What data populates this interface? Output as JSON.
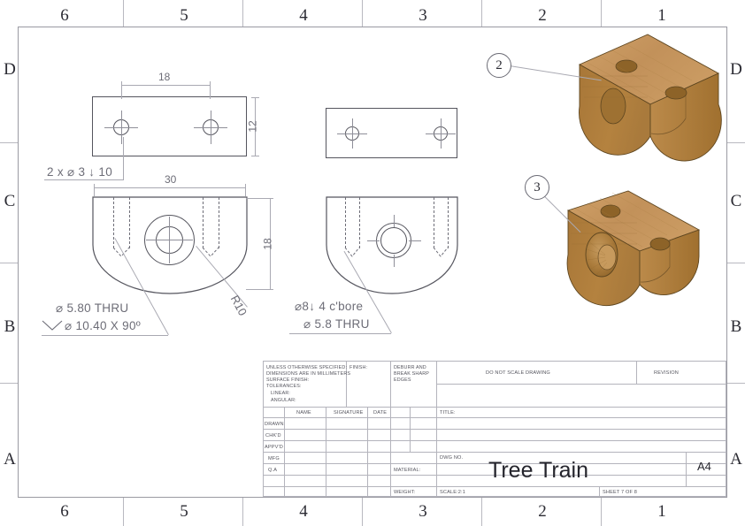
{
  "sheet": {
    "zone_numbers": [
      "6",
      "5",
      "4",
      "3",
      "2",
      "1"
    ],
    "zone_letters": [
      "D",
      "C",
      "B",
      "A"
    ]
  },
  "views": {
    "top_left": {
      "dim_width": "18",
      "dim_height": "12",
      "hole_note": "2 x ⌀ 3 ↓ 10"
    },
    "front_left": {
      "dim_width": "30",
      "dim_height": "18",
      "radius_note": "R10",
      "callout_line1": "⌀ 5.80 THRU",
      "callout_line2": "⌀ 10.40 X 90º"
    },
    "middle_front": {
      "callout_line1": "⌀8↓ 4 c'bore",
      "callout_line2": "⌀ 5.8 THRU"
    },
    "iso_top": {
      "balloon": "2"
    },
    "iso_bottom": {
      "balloon": "3"
    }
  },
  "title_block": {
    "notes": {
      "l1": "UNLESS OTHERWISE SPECIFIED:",
      "l2": "DIMENSIONS ARE IN MILLIMETERS",
      "l3": "SURFACE FINISH:",
      "l4": "TOLERANCES:",
      "l5": "LINEAR:",
      "l6": "ANGULAR:"
    },
    "finish_label": "FINISH:",
    "deburr": {
      "l1": "DEBURR AND",
      "l2": "BREAK SHARP",
      "l3": "EDGES"
    },
    "do_not_scale": "DO NOT SCALE DRAWING",
    "revision": "REVISION",
    "col_headers": [
      "NAME",
      "SIGNATURE",
      "DATE"
    ],
    "row_labels": [
      "DRAWN",
      "CHK'D",
      "APPV'D",
      "MFG",
      "Q.A"
    ],
    "title_label": "TITLE:",
    "material_label": "MATERIAL:",
    "weight_label": "WEIGHT:",
    "dwg_no_label": "DWG NO.",
    "drawing_title": "Tree Train",
    "sheet_size": "A4",
    "scale": "SCALE:2:1",
    "sheet_of": "SHEET 7 OF 8"
  },
  "colors": {
    "wood_top": "#c99a5f",
    "wood_front": "#b0803f",
    "wood_side": "#a8763a",
    "line": "#55555e",
    "dim": "#6d6d77"
  }
}
